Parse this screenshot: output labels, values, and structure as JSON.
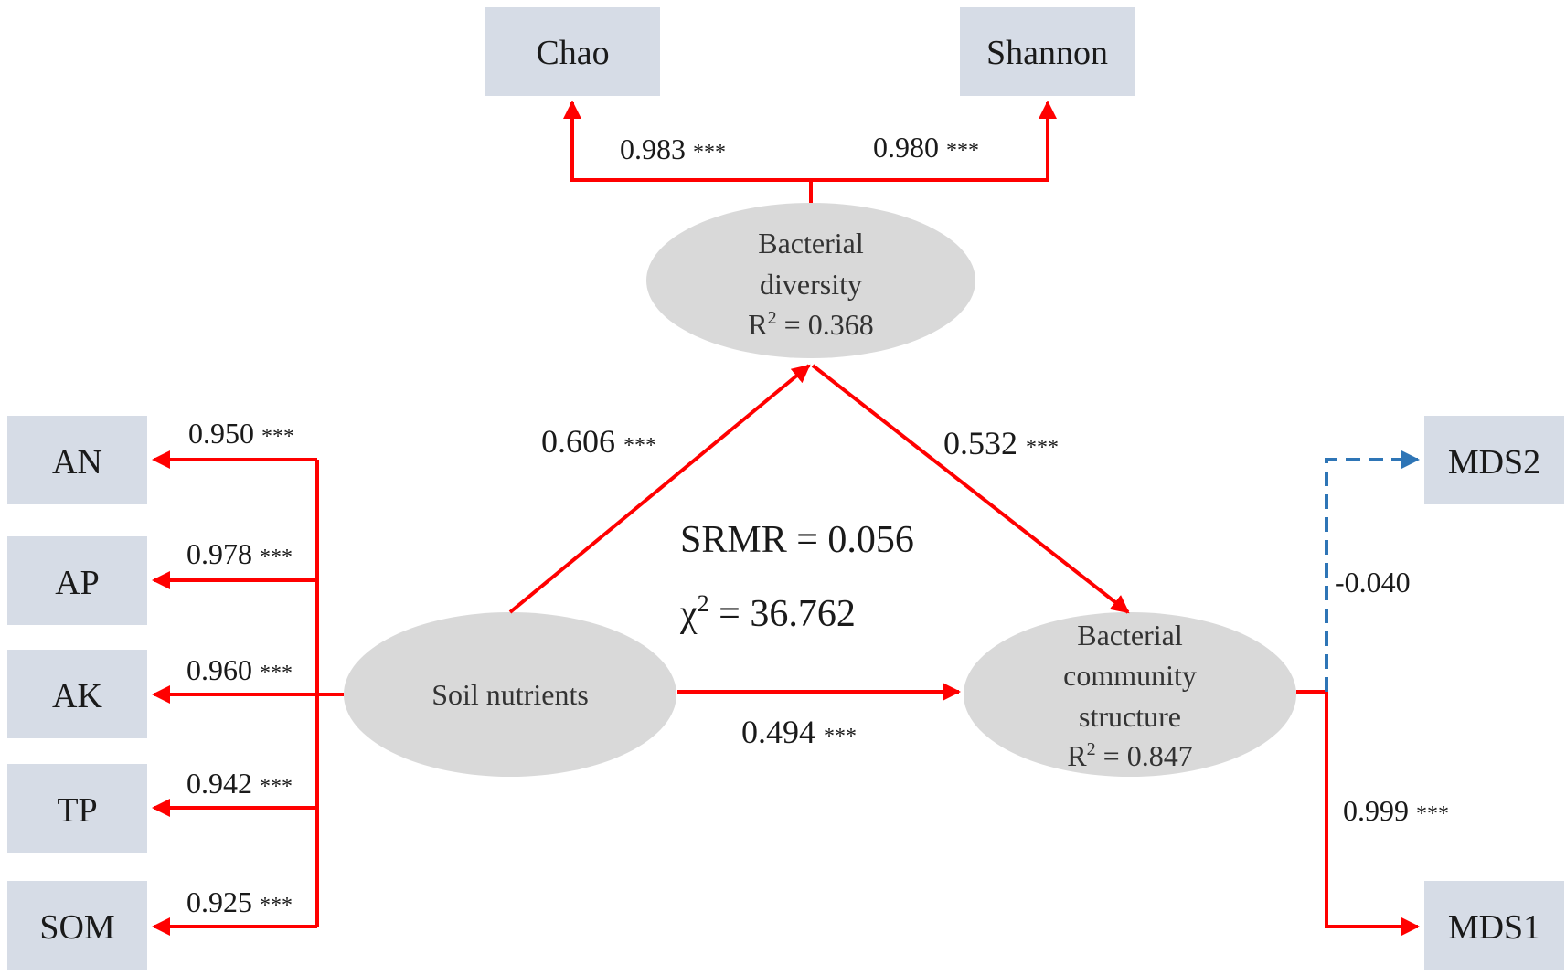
{
  "colors": {
    "box_fill": "#d6dce6",
    "ellipse_fill": "#d9d9d9",
    "path_positive": "#ff0000",
    "path_negative": "#2e75b6"
  },
  "boxes": {
    "chao": "Chao",
    "shannon": "Shannon",
    "an": "AN",
    "ap": "AP",
    "ak": "AK",
    "tp": "TP",
    "som": "SOM",
    "mds2": "MDS2",
    "mds1": "MDS1"
  },
  "latent": {
    "diversity": {
      "line1": "Bacterial",
      "line2": "diversity",
      "r2_prefix": "R",
      "r2_sup": "2",
      "r2_value": " = 0.368"
    },
    "soil": {
      "line1": "Soil nutrients"
    },
    "community": {
      "line1": "Bacterial",
      "line2": "community",
      "line3": "structure",
      "r2_prefix": "R",
      "r2_sup": "2",
      "r2_value": " = 0.847"
    }
  },
  "coefficients": {
    "chao": "0.983",
    "shannon": "0.980",
    "an": "0.950",
    "ap": "0.978",
    "ak": "0.960",
    "tp": "0.942",
    "som": "0.925",
    "soil_to_diversity": "0.606",
    "diversity_to_community": "0.532",
    "soil_to_community": "0.494",
    "community_to_mds2": "-0.040",
    "community_to_mds1": "0.999",
    "significance": "***"
  },
  "fit": {
    "srmr": "SRMR = 0.056",
    "chi_symbol": "χ",
    "chi_sup": "2",
    "chi_value": " = 36.762"
  }
}
